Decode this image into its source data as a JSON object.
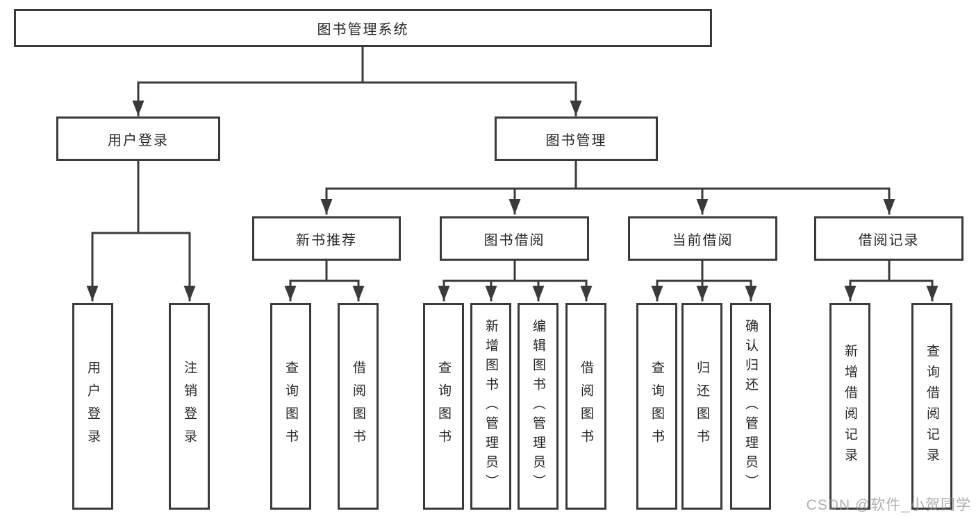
{
  "nodes": {
    "root": {
      "label": "图书管理系统"
    },
    "branches": [
      {
        "label": "用户登录"
      },
      {
        "label": "图书管理"
      }
    ],
    "modules": [
      {
        "label": "新书推荐",
        "parent": "图书管理"
      },
      {
        "label": "图书借阅",
        "parent": "图书管理"
      },
      {
        "label": "当前借阅",
        "parent": "图书管理"
      },
      {
        "label": "借阅记录",
        "parent": "图书管理"
      }
    ],
    "leaves": [
      {
        "label": "用户登录",
        "parent": "用户登录"
      },
      {
        "label": "注销登录",
        "parent": "用户登录"
      },
      {
        "label": "查询图书",
        "parent": "新书推荐"
      },
      {
        "label": "借阅图书",
        "parent": "新书推荐"
      },
      {
        "label": "查询图书",
        "parent": "图书借阅"
      },
      {
        "label": "新增图书（管理员）",
        "parent": "图书借阅"
      },
      {
        "label": "编辑图书（管理员）",
        "parent": "图书借阅"
      },
      {
        "label": "借阅图书",
        "parent": "图书借阅"
      },
      {
        "label": "查询图书",
        "parent": "当前借阅"
      },
      {
        "label": "归还图书",
        "parent": "当前借阅"
      },
      {
        "label": "确认归还（管理员）",
        "parent": "当前借阅"
      },
      {
        "label": "新增借阅记录",
        "parent": "借阅记录"
      },
      {
        "label": "查询借阅记录",
        "parent": "借阅记录"
      }
    ]
  },
  "watermark": {
    "text": "CSDN @软件_小贺同学"
  },
  "colors": {
    "line": "#3a3a3a",
    "box_border": "#3a3a3a",
    "text": "#262626",
    "watermark": "#919191",
    "background": "#ffffff"
  }
}
